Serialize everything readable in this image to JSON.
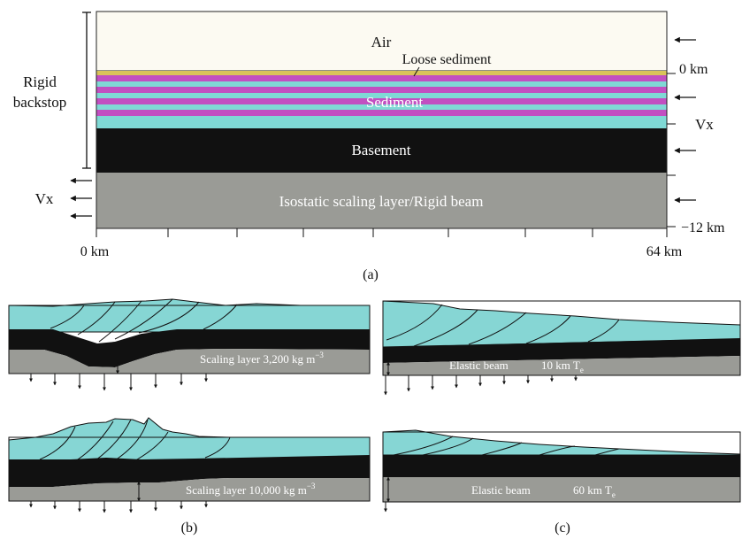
{
  "panel_a": {
    "air": "Air",
    "loose_sediment": "Loose sediment",
    "sediment": "Sediment",
    "basement": "Basement",
    "scaling": "Isostatic scaling layer/Rigid beam",
    "rigid": "Rigid",
    "backstop": "backstop",
    "vx_left": "Vx",
    "vx_right": "Vx",
    "depth_top": "0 km",
    "depth_bottom": "−12 km",
    "dist_start": "0 km",
    "dist_end": "64 km",
    "caption": "(a)"
  },
  "panel_b": {
    "top_label": "Scaling layer 3,200 kg m",
    "top_sup": "−3",
    "bottom_label": "Scaling layer 10,000 kg m",
    "bottom_sup": "−3",
    "caption": "(b)"
  },
  "panel_c": {
    "top_label": "Elastic beam",
    "top_te": "10 km T",
    "top_sub": "e",
    "bottom_label": "Elastic beam",
    "bottom_te": "60 km T",
    "bottom_sub": "e",
    "caption": "(c)"
  },
  "colors": {
    "air": "#fcfaf2",
    "loose_sediment": "#d9c35a",
    "sediment_cyan": "#7fd9d5",
    "sediment_magenta": "#c24fc1",
    "basement": "#111111",
    "scaling": "#9a9b96",
    "wedge": "#86d6d4"
  }
}
